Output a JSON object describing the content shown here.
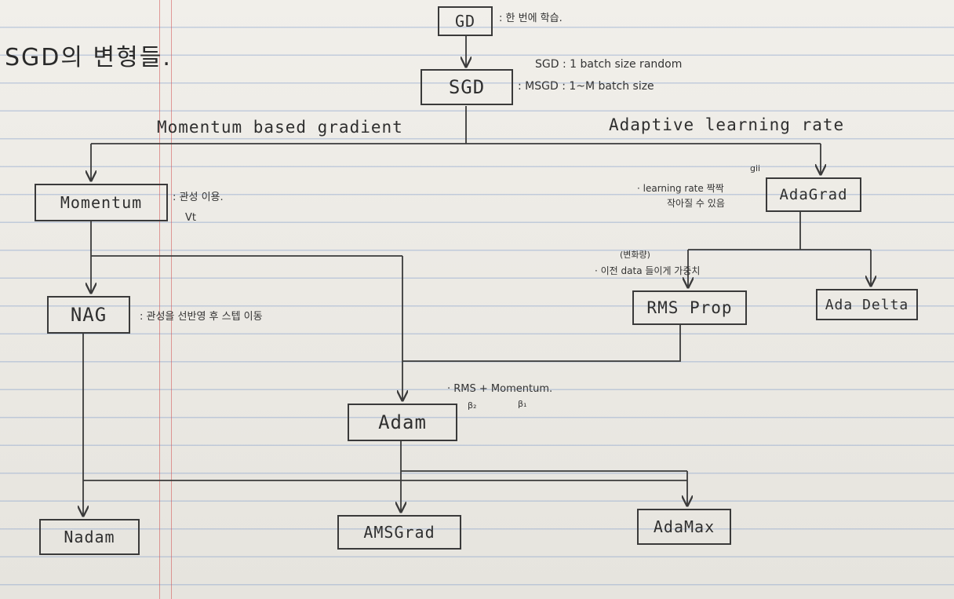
{
  "title": "SGD의 변형들.",
  "nodes": {
    "gd": "GD",
    "sgd": "SGD",
    "momentum": "Momentum",
    "adagrad": "AdaGrad",
    "nag": "NAG",
    "rmsprop": "RMS Prop",
    "adadelta": "Ada Delta",
    "adam": "Adam",
    "nadam": "Nadam",
    "amsgrad": "AMSGrad",
    "adamax": "AdaMax"
  },
  "branches": {
    "left": "Momentum based gradient",
    "right": "Adaptive learning rate"
  },
  "notes": {
    "gd": ": 한 번에 학습.",
    "sgd_line1": "SGD : 1 batch size random",
    "sgd_line2": ": MSGD : 1~M batch size",
    "momentum": ": 관성 이용.",
    "momentum_sym": "Vt",
    "adagrad_sym": "gii",
    "adagrad_line1": "· learning rate 짝짝",
    "adagrad_line2": "작아질 수 있음",
    "rmsprop_top": "(변화량)",
    "rmsprop_line": "· 이전 data 들이게   가중치",
    "nag": ": 관성을 선반영 후 스텝 이동",
    "adam_note": "· RMS + Momentum.",
    "adam_b2": "β₂",
    "adam_b1": "β₁"
  }
}
